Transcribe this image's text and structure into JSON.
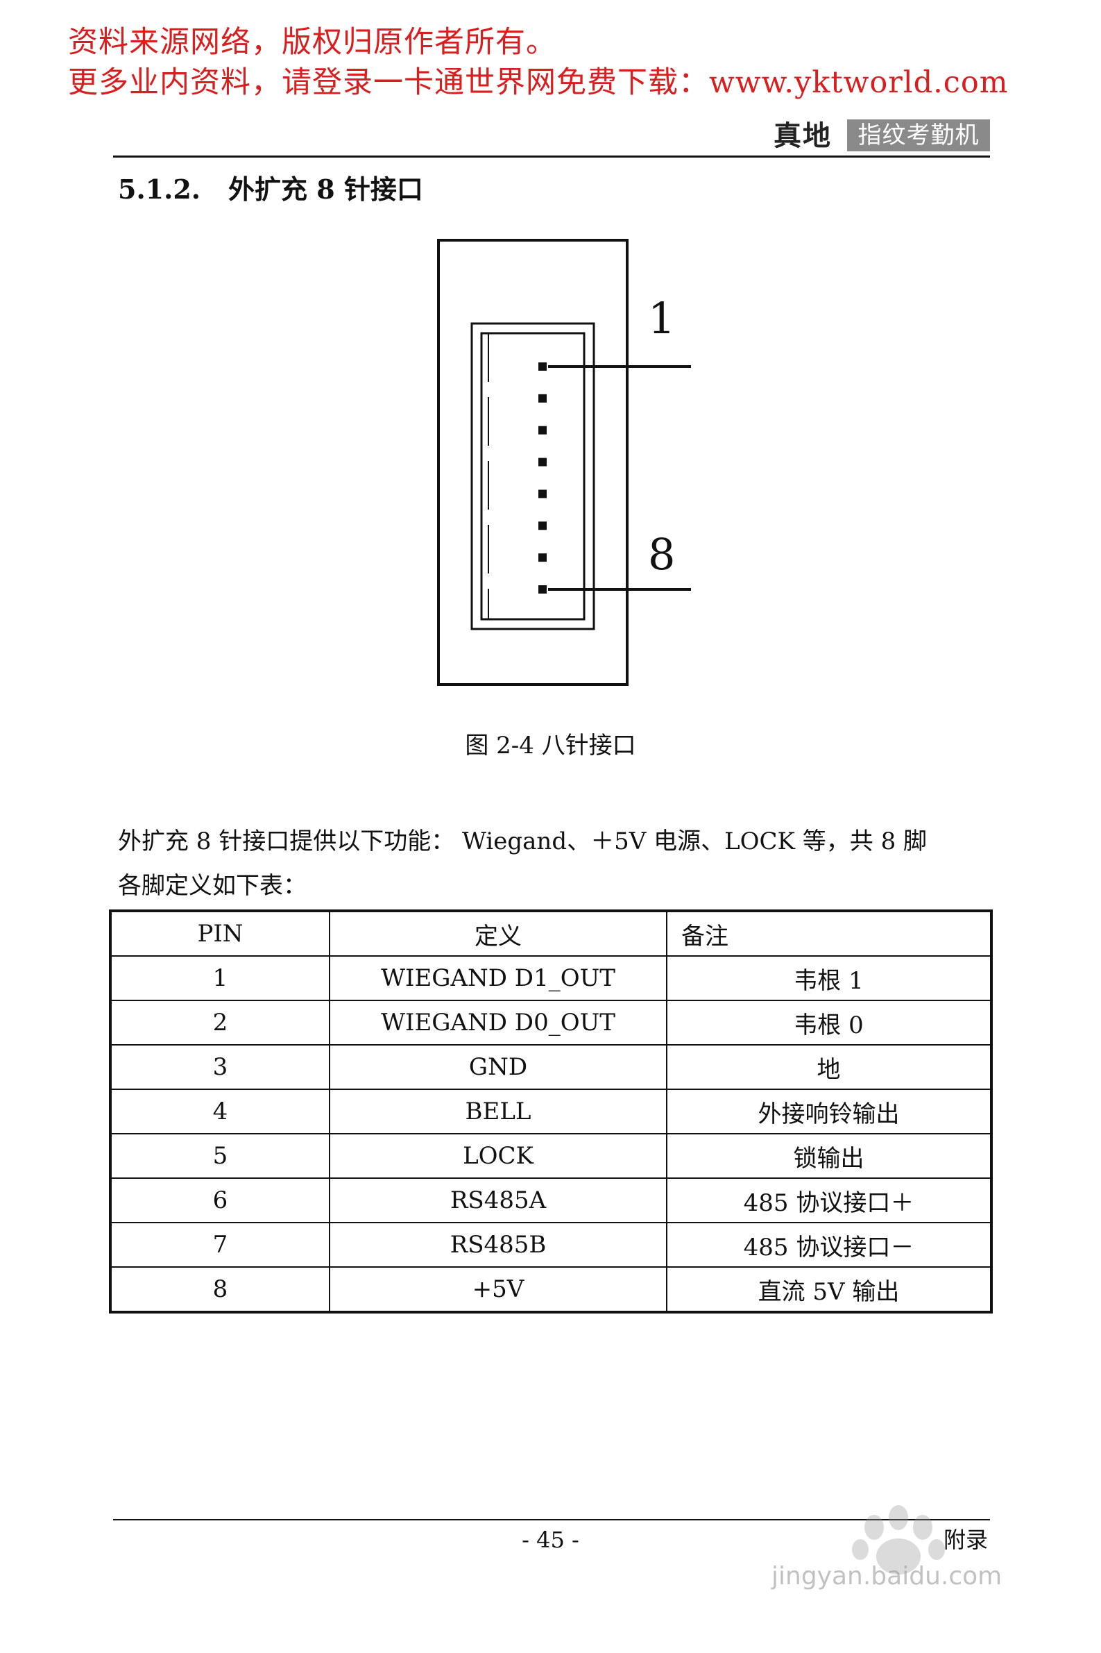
{
  "header": {
    "source_notice_line1": "资料来源网络，版权归原作者所有。",
    "source_notice_line2": "更多业内资料，请登录一卡通世界网免费下载：www.yktworld.com",
    "brand_logo": "真地",
    "brand_product": "指纹考勤机",
    "notice_color": "#d81e1e"
  },
  "section": {
    "number": "5.1.2.",
    "title": "外扩充 8 针接口"
  },
  "figure": {
    "pin_first_label": "1",
    "pin_last_label": "8",
    "pin_count": 8,
    "caption": "图 2-4  八针接口"
  },
  "intro": {
    "line1": "外扩充 8 针接口提供以下功能： Wiegand、＋5V 电源、LOCK 等，共 8 脚",
    "line2": "各脚定义如下表："
  },
  "table": {
    "headers": [
      "PIN",
      "定义",
      "备注"
    ],
    "rows": [
      [
        "1",
        "WIEGAND D1_OUT",
        "韦根 1"
      ],
      [
        "2",
        "WIEGAND D0_OUT",
        "韦根 0"
      ],
      [
        "3",
        "GND",
        "地"
      ],
      [
        "4",
        "BELL",
        "外接响铃输出"
      ],
      [
        "5",
        "LOCK",
        "锁输出"
      ],
      [
        "6",
        "RS485A",
        "485 协议接口＋"
      ],
      [
        "7",
        "RS485B",
        "485 协议接口－"
      ],
      [
        "8",
        "+5V",
        "直流 5V 输出"
      ]
    ]
  },
  "footer": {
    "page_number": "- 45 -",
    "section_name": "附录",
    "watermark_text": "jingyan.baidu.com"
  }
}
